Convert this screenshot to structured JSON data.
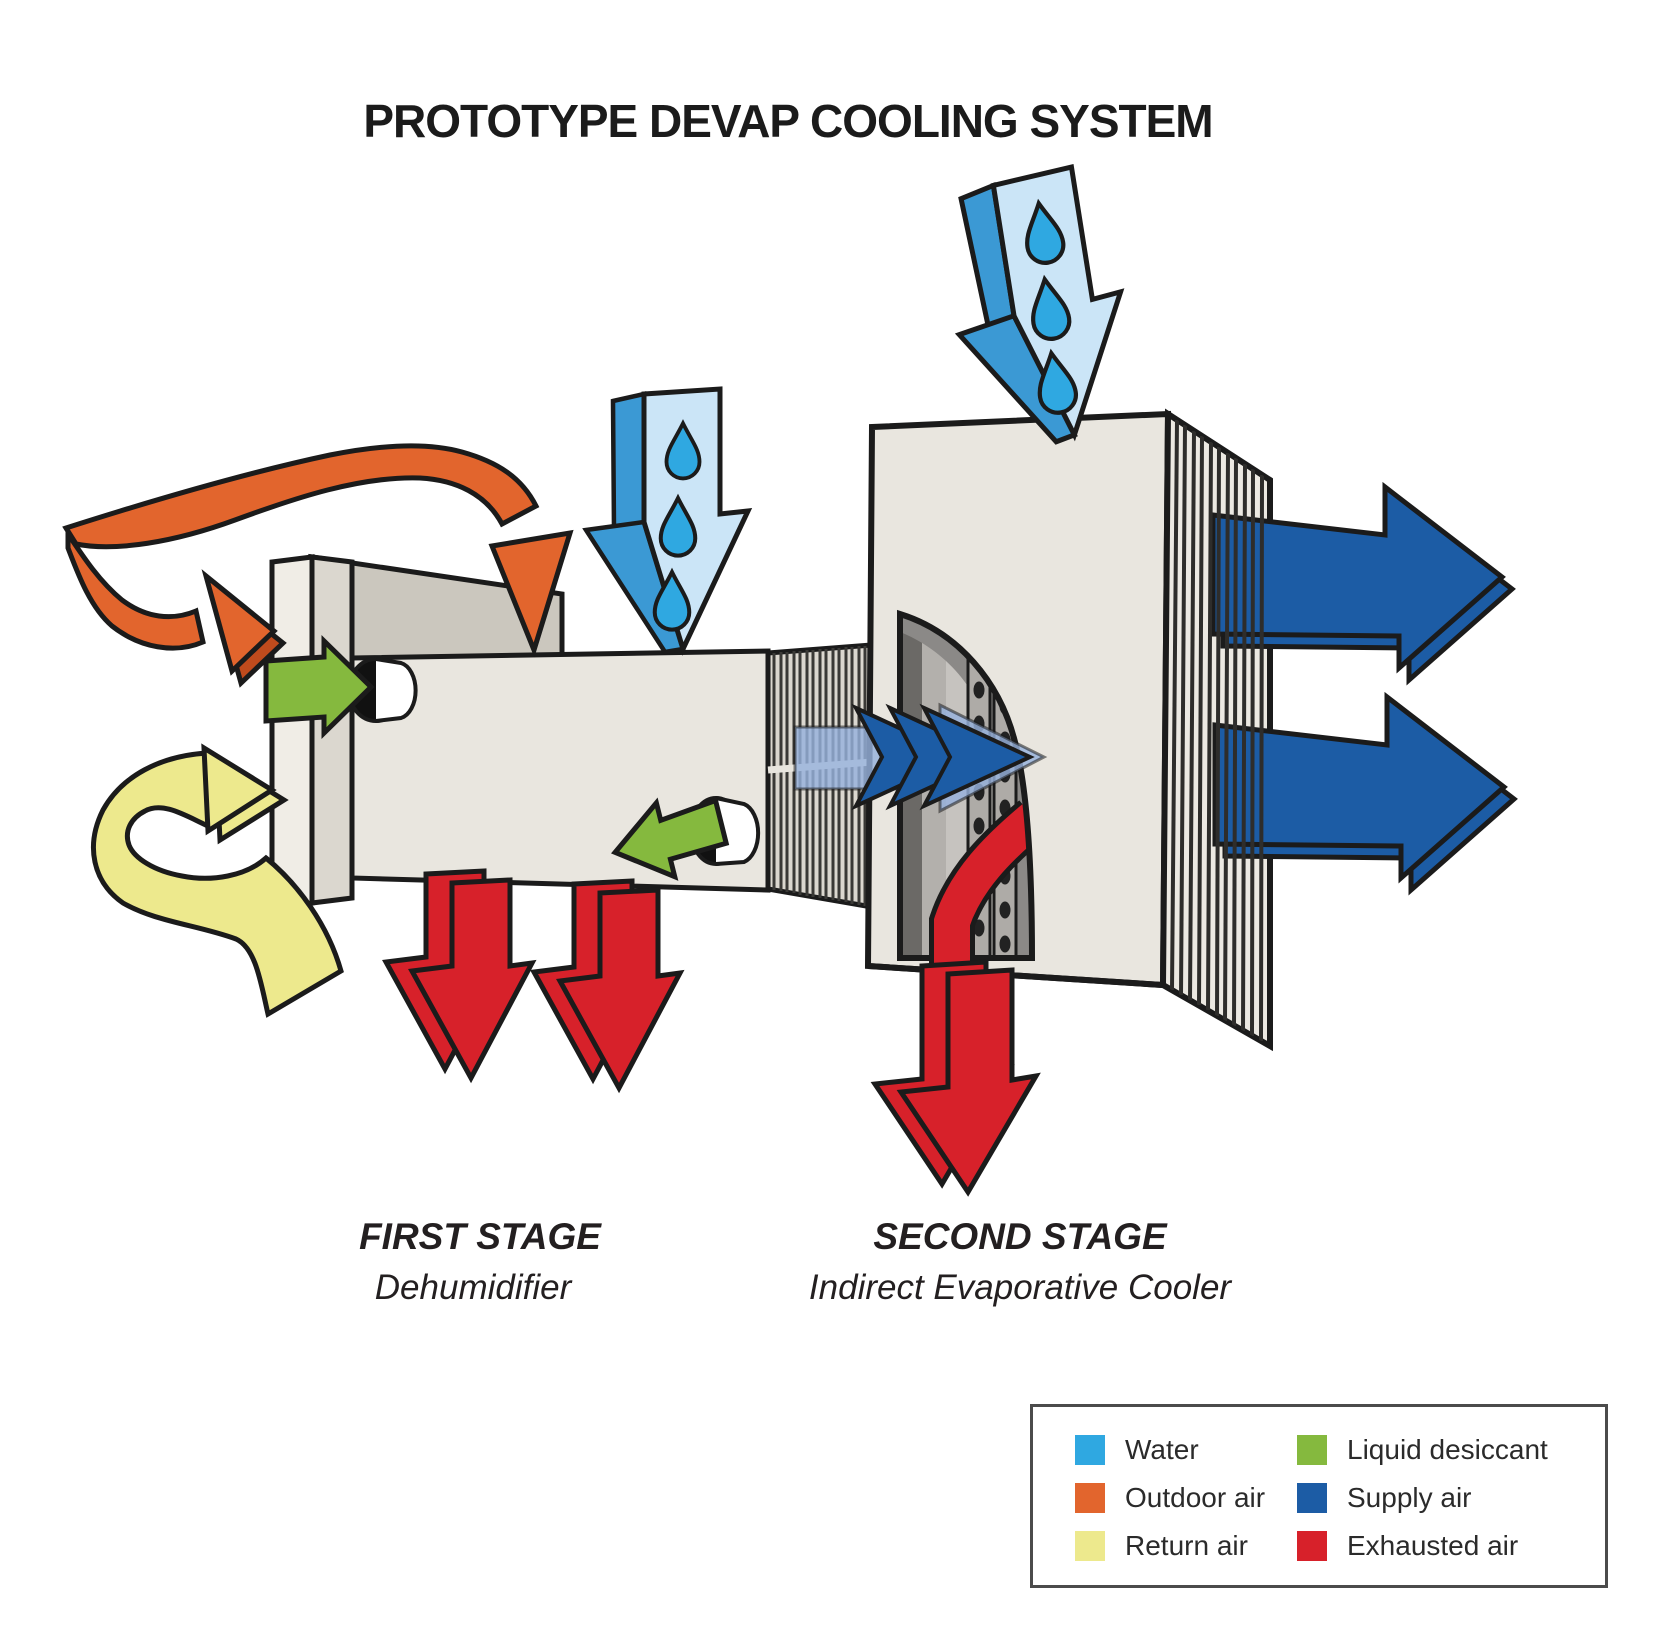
{
  "title": "PROTOTYPE DEVAP COOLING SYSTEM",
  "stages": {
    "first": {
      "name": "FIRST STAGE",
      "description": "Dehumidifier"
    },
    "second": {
      "name": "SECOND STAGE",
      "description": "Indirect Evaporative Cooler"
    }
  },
  "legend": {
    "items": [
      {
        "label": "Water",
        "color_key": "water"
      },
      {
        "label": "Outdoor air",
        "color_key": "outdoor"
      },
      {
        "label": "Return air",
        "color_key": "return_air"
      },
      {
        "label": "Liquid desiccant",
        "color_key": "desiccant"
      },
      {
        "label": "Supply air",
        "color_key": "supply"
      },
      {
        "label": "Exhausted air",
        "color_key": "exhausted"
      }
    ]
  },
  "colors": {
    "water": "#2FA8E1",
    "water_light": "#CBE5F7",
    "water_mid": "#3B99D4",
    "outdoor": "#E2652D",
    "outdoor_dark": "#C04B1D",
    "return_air": "#EDE98D",
    "desiccant": "#85B93E",
    "supply": "#1C5CA5",
    "supply_pale": "#96B1DC",
    "exhausted": "#D7212A",
    "outline": "#1B1B1B",
    "box_face": "#E9E6DF",
    "box_top": "#CBC7BE",
    "box_cap": "#F0EDE6",
    "box_cap_side": "#DBD7CF",
    "connector_bg": "#DBD7CF",
    "fin_bg": "#ECE9E2",
    "cutaway_bg": "#C6C3BF",
    "cutaway_dark": "#6B6966",
    "cutaway_mid": "#8B8987",
    "plate": "#AEABA7",
    "port_dark": "#111111",
    "port_white": "#FFFFFF"
  }
}
